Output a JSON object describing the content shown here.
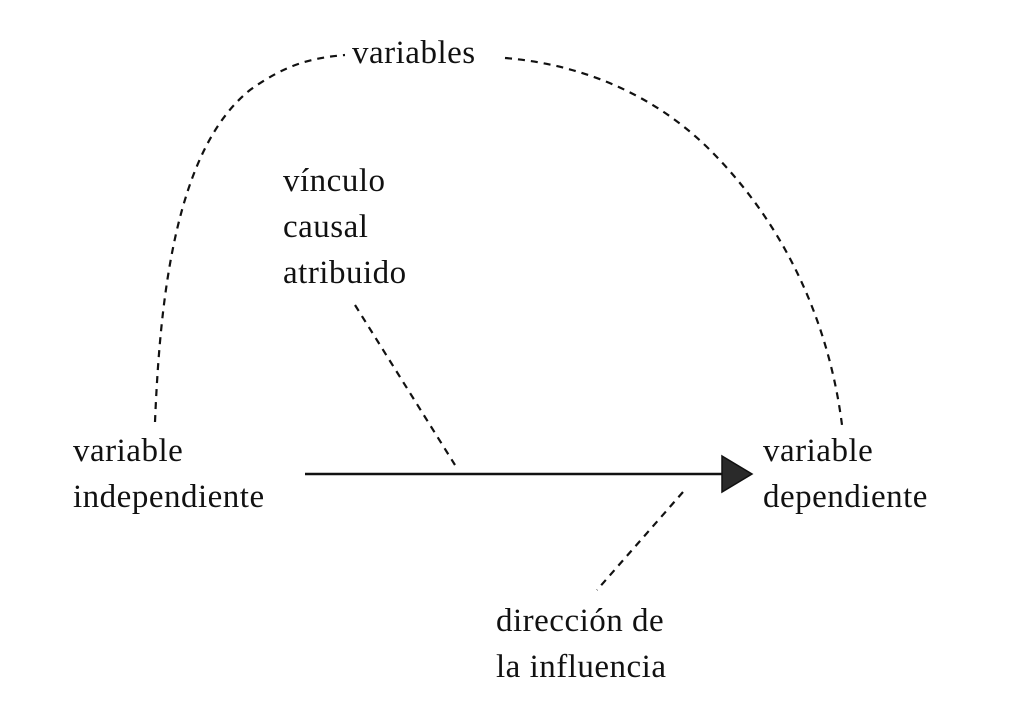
{
  "diagram": {
    "variables_label": "variables",
    "causal_link_label": [
      "vínculo",
      "causal",
      "atribuido"
    ],
    "independent_label": [
      "variable",
      "independiente"
    ],
    "dependent_label": [
      "variable",
      "dependiente"
    ],
    "direction_label": [
      "dirección de",
      "la influencia"
    ]
  },
  "colors": {
    "line": "#111111",
    "arrowhead": "#2a2a2a",
    "background": "#ffffff"
  }
}
